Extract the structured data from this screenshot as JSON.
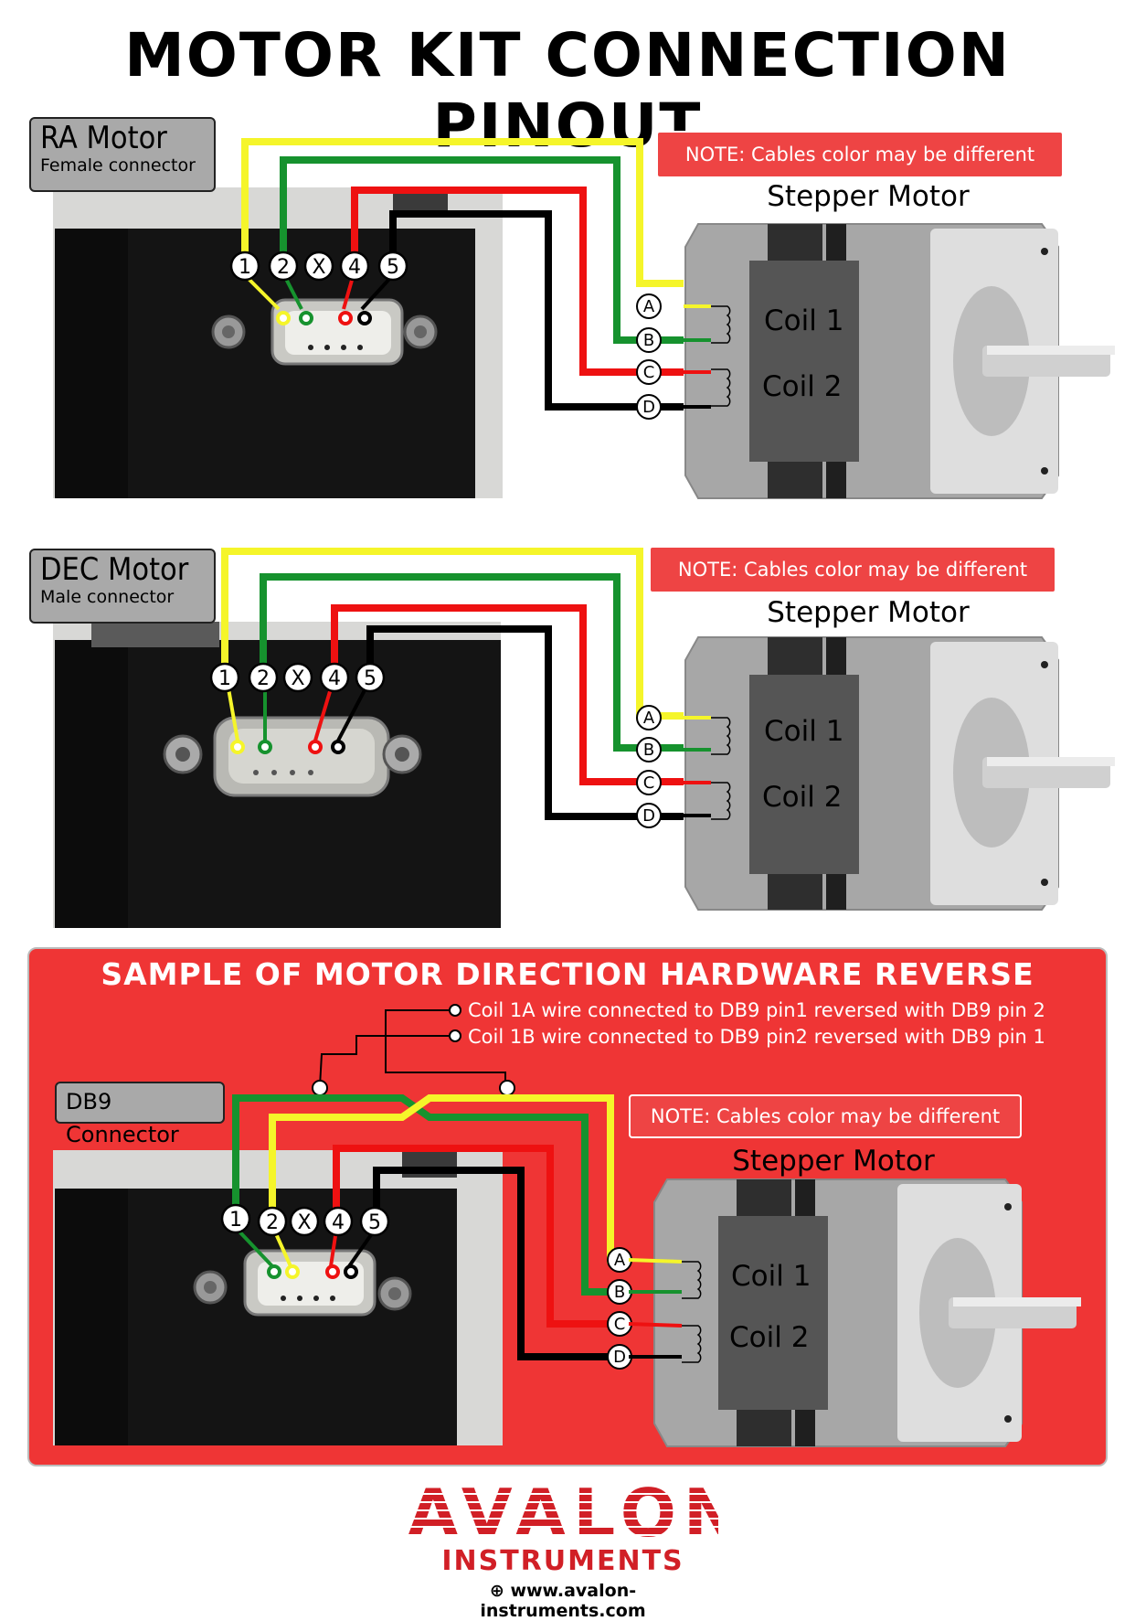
{
  "title": "MOTOR KIT CONNECTION PINOUT",
  "note_text": "NOTE: Cables color may be different",
  "stepper_label": "Stepper Motor",
  "coil_labels": [
    "Coil 1",
    "Coil 2"
  ],
  "pins": [
    "1",
    "2",
    "X",
    "4",
    "5"
  ],
  "terminals": [
    "A",
    "B",
    "C",
    "D"
  ],
  "wire_colors": {
    "yellow": "#f5f52a",
    "green": "#16922e",
    "red": "#ee1111",
    "black": "#000000"
  },
  "ra": {
    "title": "RA Motor",
    "subtitle": "Female connector"
  },
  "dec": {
    "title": "DEC Motor",
    "subtitle": "Male connector"
  },
  "reverse": {
    "heading": "SAMPLE OF MOTOR DIRECTION HARDWARE REVERSE",
    "line1": "Coil 1A wire connected to DB9 pin1 reversed with DB9 pin 2",
    "line2": "Coil 1B wire connected to DB9 pin2 reversed with DB9 pin 1",
    "connector_label": "DB9 Connector",
    "panel_color": "#ef3535"
  },
  "logo": {
    "name": "AVALON",
    "sub": "INSTRUMENTS",
    "url": "www.avalon-instruments.com"
  }
}
